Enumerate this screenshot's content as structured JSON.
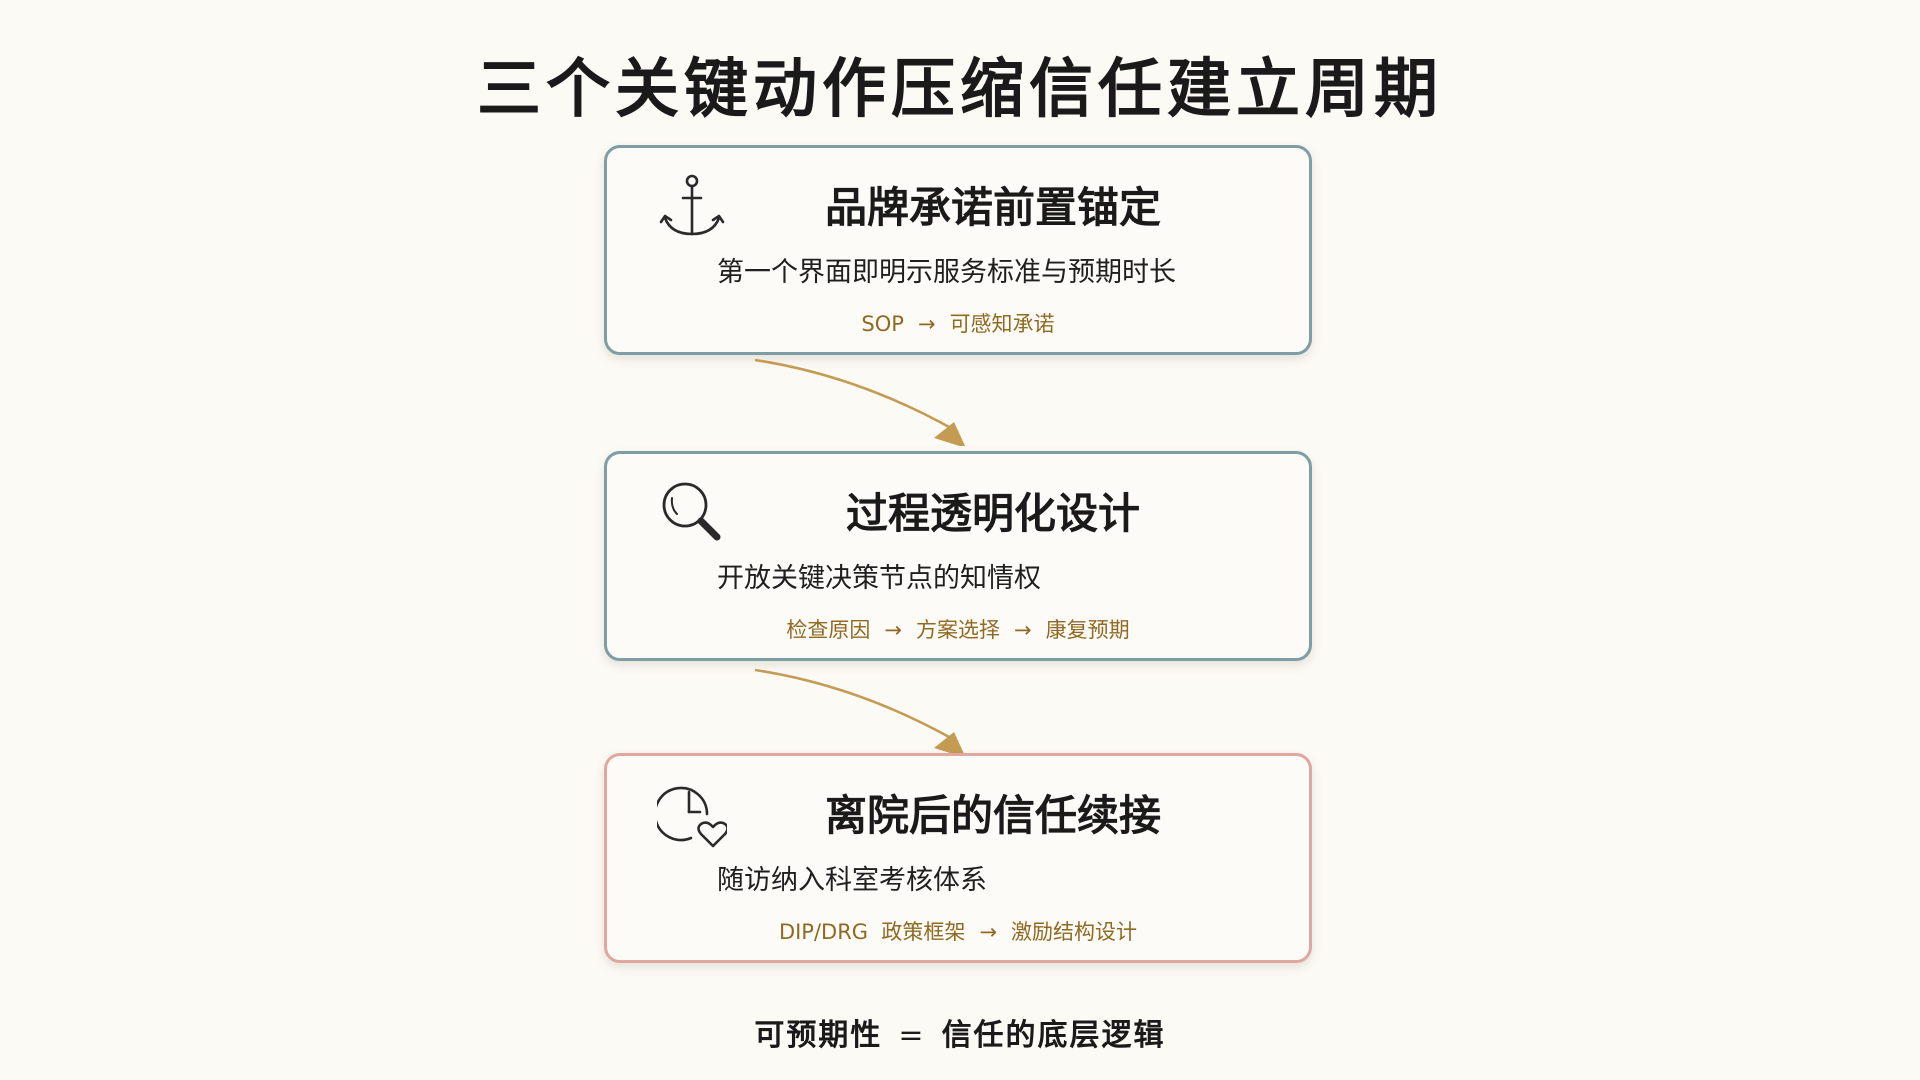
{
  "title": "三个关键动作压缩信任建立周期",
  "cards": [
    {
      "heading": "品牌承诺前置锚定",
      "icon": "anchor-icon",
      "description": "第一个界面即明示服务标准与预期时长",
      "flow": [
        "SOP",
        "可感知承诺"
      ]
    },
    {
      "heading": "过程透明化设计",
      "icon": "magnifier-icon",
      "description": "开放关键决策节点的知情权",
      "flow": [
        "检查原因",
        "方案选择",
        "康复预期"
      ]
    },
    {
      "heading": "离院后的信任续接",
      "icon": "clock-heart-icon",
      "description": "随访纳入科室考核体系",
      "flow": [
        "DIP/DRG  政策框架",
        "激励结构设计"
      ]
    }
  ],
  "flow_arrow": "→",
  "footer": {
    "left": "可预期性",
    "equals": "=",
    "right": "信任的底层逻辑"
  },
  "colors": {
    "card_border_teal": "#7e9da5",
    "card_border_pink": "#e0a79e",
    "connector": "#c49b52",
    "flow_text": "#8f6a22"
  }
}
